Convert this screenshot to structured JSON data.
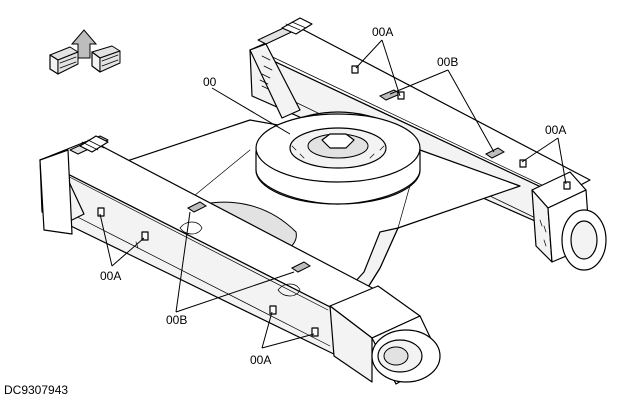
{
  "diagram": {
    "labels": {
      "frame": "00",
      "fitting_a": "00A",
      "fitting_b": "00B"
    },
    "drawing_code": "DC9307943",
    "icon": "machine-orientation-icon"
  }
}
